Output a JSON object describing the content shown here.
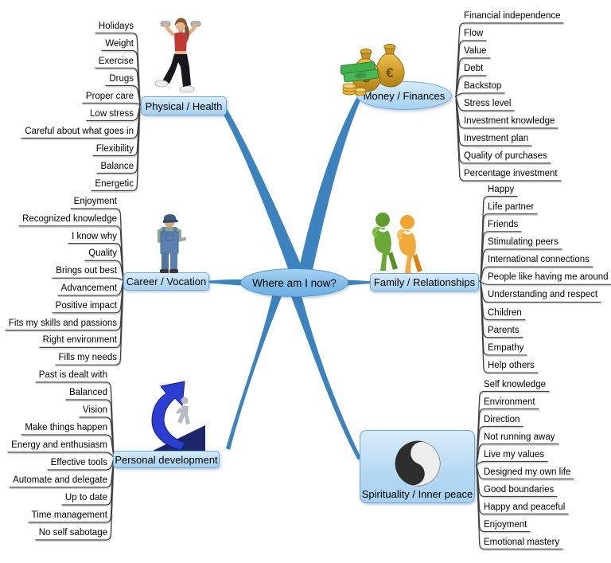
{
  "title": "Where am I now?",
  "branches": [
    {
      "id": "physical-health",
      "label": "Physical / Health",
      "illustration": "woman-exercising-icon",
      "leaves": [
        "Holidays",
        "Weight",
        "Exercise",
        "Drugs",
        "Proper care",
        "Low stress",
        "Careful about what goes in",
        "Flexibility",
        "Balance",
        "Energetic"
      ]
    },
    {
      "id": "money-finances",
      "label": "Money / Finances",
      "illustration": "money-bags-icon",
      "leaves": [
        "Financial independence",
        "Flow",
        "Value",
        "Debt",
        "Backstop",
        "Stress level",
        "Investment knowledge",
        "Investment plan",
        "Quality of purchases",
        "Percentage investment"
      ]
    },
    {
      "id": "career-vocation",
      "label": "Career / Vocation",
      "illustration": "worker-icon",
      "leaves": [
        "Enjoyment",
        "Recognized knowledge",
        "I know why",
        "Quality",
        "Brings out best",
        "Advancement",
        "Positive impact",
        "Fits my skills and passions",
        "Right environment",
        "Fills my needs"
      ]
    },
    {
      "id": "family-relationships",
      "label": "Family / Relationships",
      "illustration": "people-figures-icon",
      "leaves": [
        "Happy",
        "Life partner",
        "Friends",
        "Stimulating peers",
        "International connections",
        "People like having me around",
        "Understanding and respect",
        "Children",
        "Parents",
        "Empathy",
        "Help others"
      ]
    },
    {
      "id": "personal-development",
      "label": "Personal development",
      "illustration": "growth-arrow-icon",
      "leaves": [
        "Past is dealt with",
        "Balanced",
        "Vision",
        "Make things happen",
        "Energy and enthusiasm",
        "Effective tools",
        "Automate and delegate",
        "Up to date",
        "Time management",
        "No self sabotage"
      ]
    },
    {
      "id": "spirituality-inner-peace",
      "label": "Spirituality / Inner peace",
      "illustration": "yin-yang-icon",
      "leaves": [
        "Self knowledge",
        "Environment",
        "Direction",
        "Not running away",
        "Live my values",
        "Designed my own life",
        "Good boundaries",
        "Happy and peaceful",
        "Enjoyment",
        "Emotional mastery"
      ]
    }
  ],
  "colors": {
    "branch_blue": "#3c82bf",
    "node_fill": "#b5d9f3",
    "node_border": "#6da7da",
    "center_fill": "#79b7e7",
    "center_border": "#4c93cb",
    "leaf_line": "#3f3f3f"
  }
}
